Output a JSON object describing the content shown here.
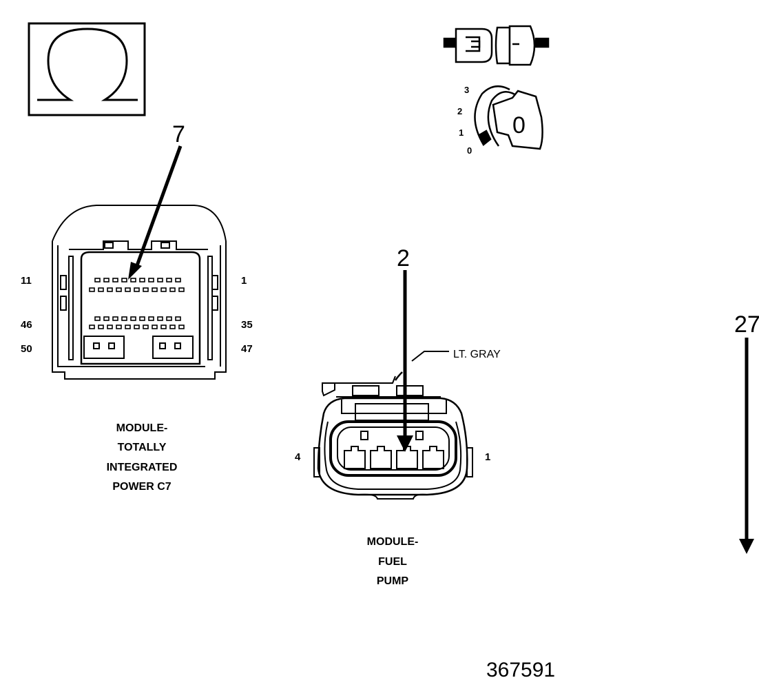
{
  "legend": {
    "icon": "ohm-icon",
    "meaning": "resistance measurement"
  },
  "ignition_switch": {
    "icon": "ignition-key-icon",
    "positions": [
      "3",
      "2",
      "1",
      "0"
    ],
    "key_position_label": "0"
  },
  "tipm_connector": {
    "callout": "7",
    "pins": {
      "top_left": "11",
      "top_right": "1",
      "mid_left": "46",
      "mid_right": "35",
      "bottom_left": "50",
      "bottom_right": "47"
    },
    "caption": [
      "MODULE-",
      "TOTALLY",
      "INTEGRATED",
      "POWER C7"
    ]
  },
  "fuel_pump_connector": {
    "callout": "2",
    "color_label": "LT. GRAY",
    "pins": {
      "left": "4",
      "right": "1"
    },
    "caption": [
      "MODULE-",
      "FUEL",
      "PUMP"
    ]
  },
  "page_arrow": {
    "label": "27"
  },
  "figure_number": "367591"
}
